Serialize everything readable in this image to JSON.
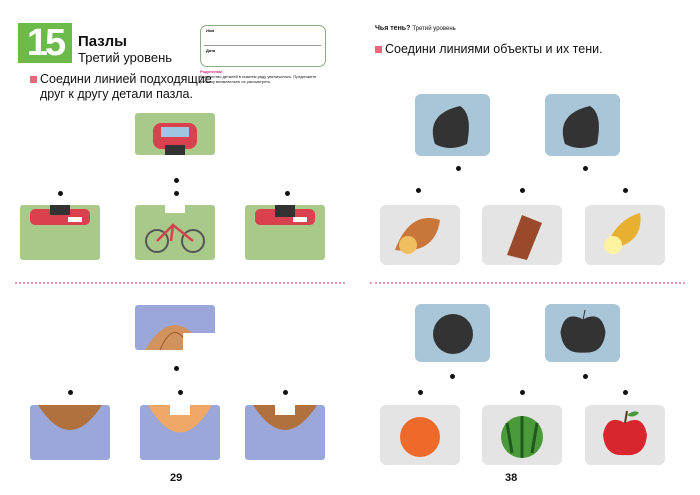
{
  "left_page": {
    "number": "15",
    "title": "Пазлы",
    "level": "Третий уровень",
    "instruction_line1": "Соедини линией подходящие",
    "instruction_line2": "друг к другу детали пазла.",
    "form": {
      "name_label": "Имя",
      "date_label": "Дата"
    },
    "parents": {
      "label": "Родителям",
      "text": "Количество деталей в нижнем ряду увеличилось. Предложите ребёнку внимательно их рассмотреть."
    },
    "page_number": "29"
  },
  "right_page": {
    "title": "Чья тень?",
    "level": "Третий уровень",
    "instruction": "Соедини линиями объекты и их тени.",
    "page_number": "38"
  },
  "colors": {
    "green": "#6cbb4a",
    "pink": "#e36a7a",
    "magenta": "#d6287f"
  }
}
